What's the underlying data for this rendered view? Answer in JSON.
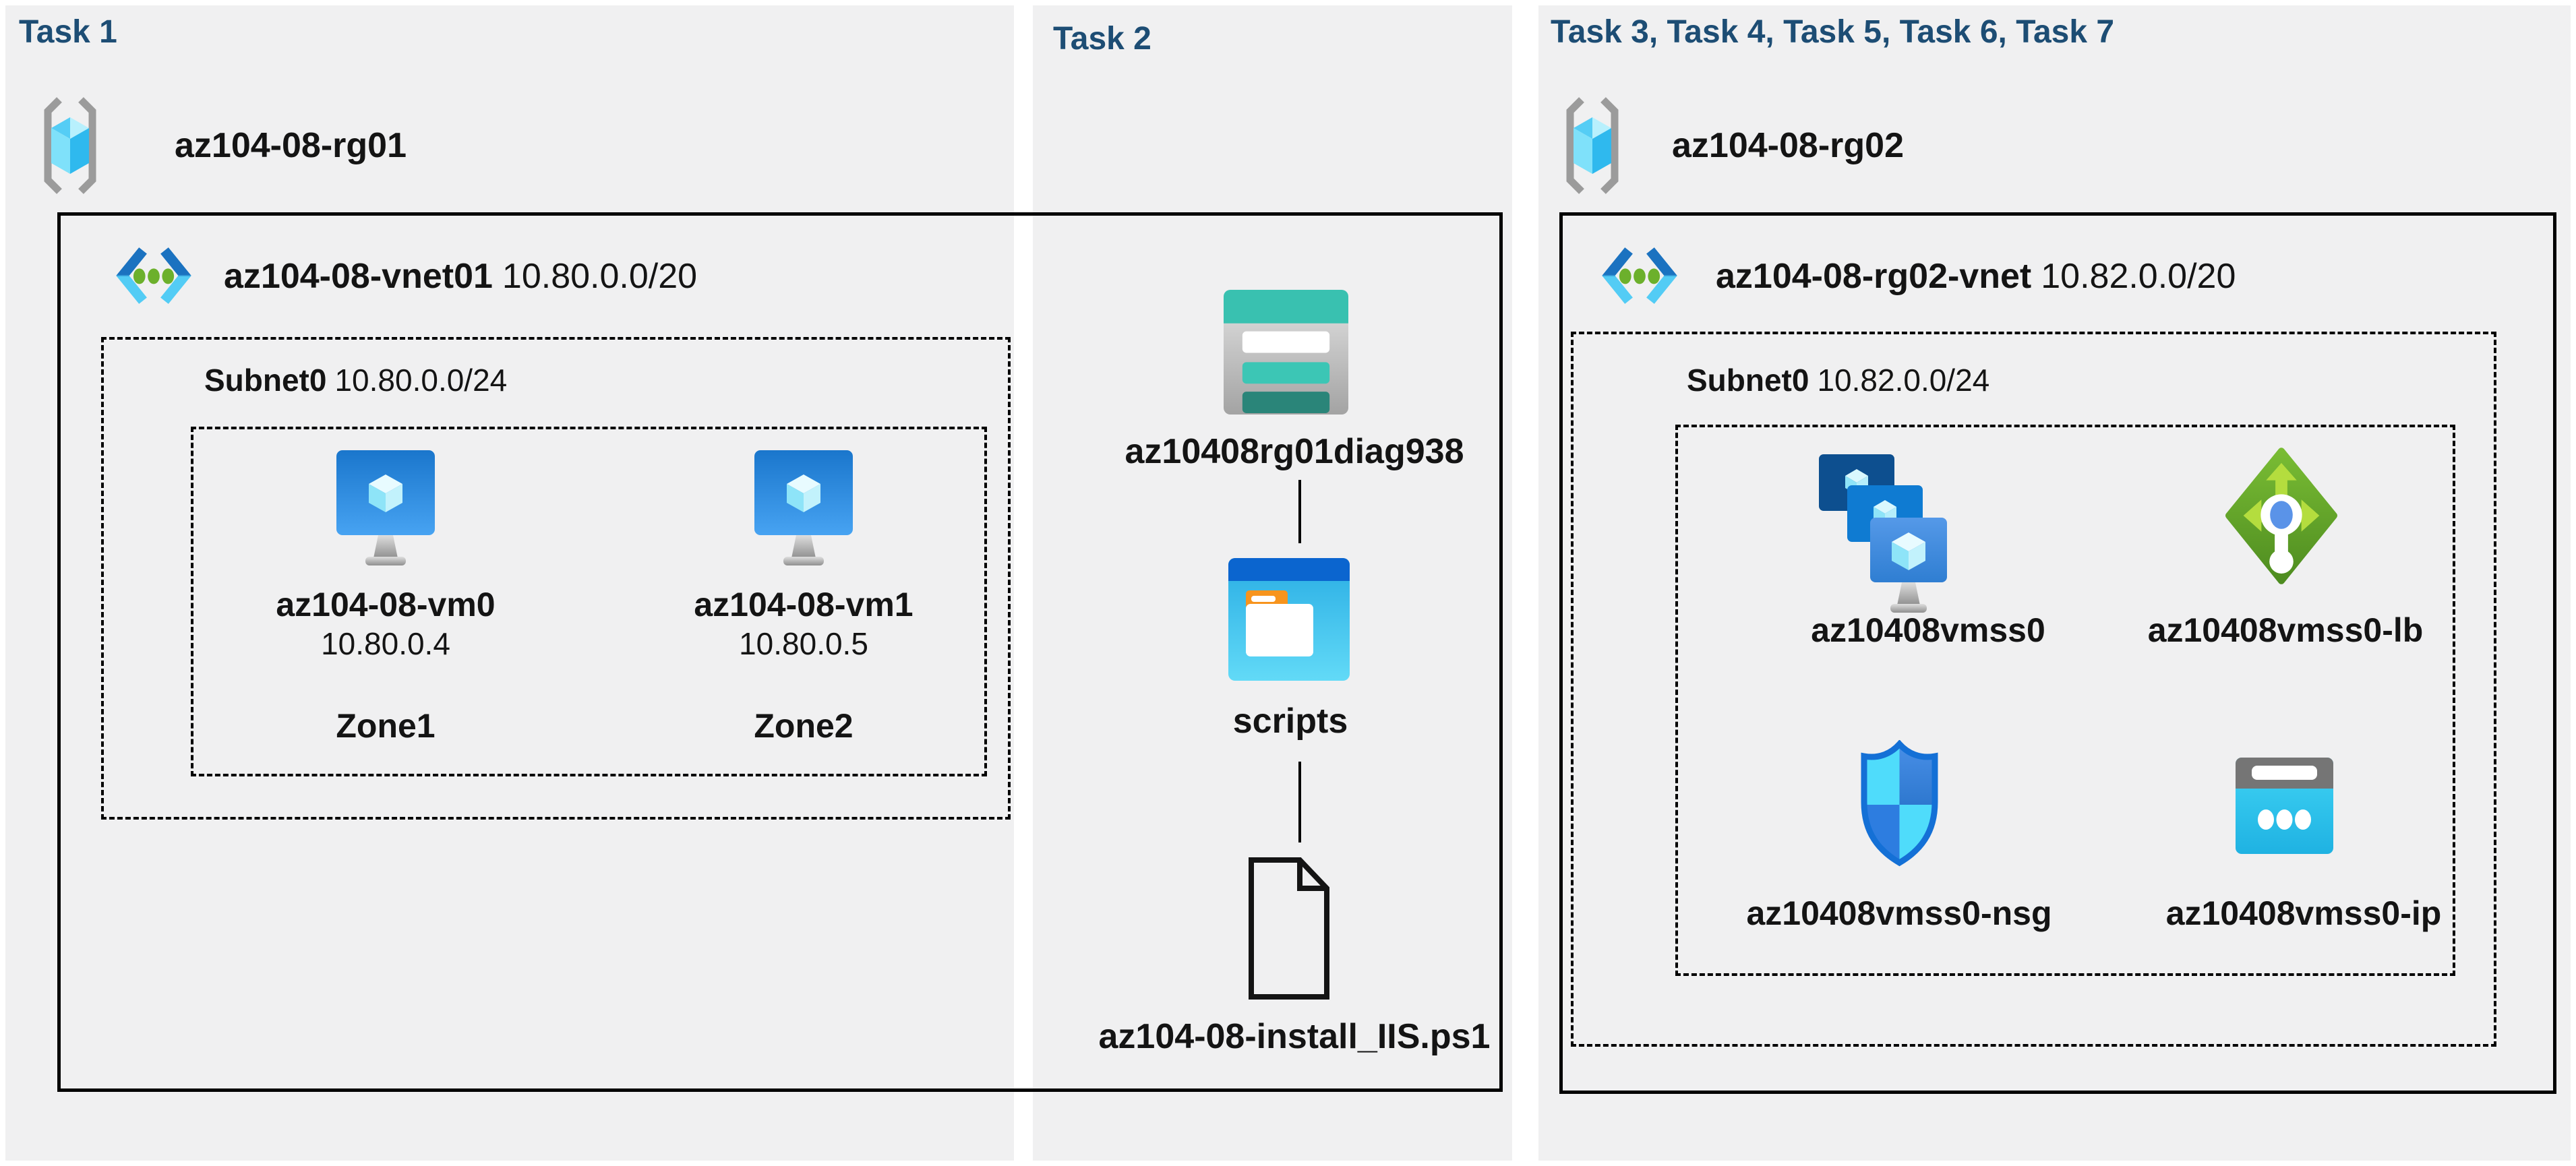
{
  "colors": {
    "header_navy": "#1d4d74",
    "panel_bg": "#f0f0f1",
    "border_black": "#000000",
    "vnet_green_dot": "#6cb02c",
    "lb_green": "#76ba32",
    "storage_teal": "#39c1b0",
    "vm_blue": "#1a76cc",
    "ip_cyan": "#2fc4ee",
    "nsg_blue": "#1470d6"
  },
  "icons": [
    "resource-group-icon",
    "virtual-network-icon",
    "virtual-machine-icon",
    "storage-account-icon",
    "folder-icon",
    "file-icon",
    "vmss-icon",
    "load-balancer-icon",
    "nsg-shield-icon",
    "public-ip-icon"
  ],
  "task1": {
    "header": "Task 1",
    "rg_name": "az104-08-rg01",
    "vnet_name": "az104-08-vnet01",
    "vnet_cidr": "10.80.0.0/20",
    "subnet_name": "Subnet0",
    "subnet_cidr": "10.80.0.0/24",
    "vms": [
      {
        "name": "az104-08-vm0",
        "ip": "10.80.0.4",
        "zone": "Zone1"
      },
      {
        "name": "az104-08-vm1",
        "ip": "10.80.0.5",
        "zone": "Zone2"
      }
    ]
  },
  "task2": {
    "header": "Task 2",
    "storage_account": "az10408rg01diag938",
    "folder_name": "scripts",
    "file_name": "az104-08-install_IIS.ps1"
  },
  "task3": {
    "header": "Task 3, Task 4, Task 5, Task 6, Task 7",
    "rg_name": "az104-08-rg02",
    "vnet_name": "az104-08-rg02-vnet",
    "vnet_cidr": "10.82.0.0/20",
    "subnet_name": "Subnet0",
    "subnet_cidr": "10.82.0.0/24",
    "vmss_name": "az10408vmss0",
    "lb_name": "az10408vmss0-lb",
    "nsg_name": "az10408vmss0-nsg",
    "ip_name": "az10408vmss0-ip"
  }
}
